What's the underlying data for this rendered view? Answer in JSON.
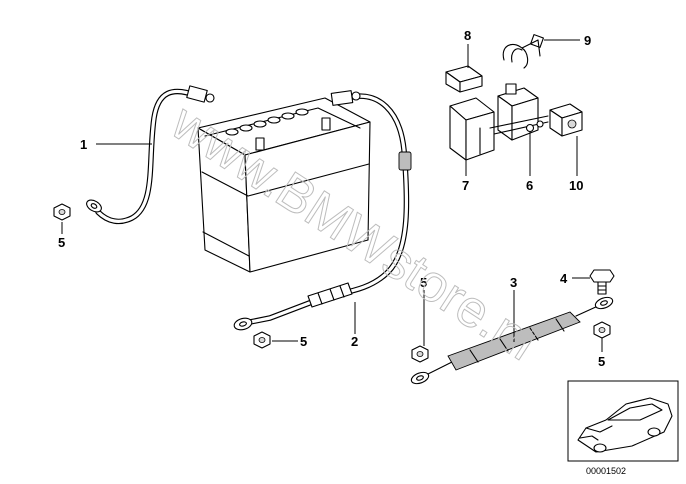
{
  "callouts": {
    "c1": "1",
    "c2": "2",
    "c3": "3",
    "c4": "4",
    "c5a": "5",
    "c5b": "5",
    "c5c": "5",
    "c5d": "5",
    "c6": "6",
    "c7": "7",
    "c8": "8",
    "c9": "9",
    "c10": "10"
  },
  "watermark": "www.BMWstore.nl",
  "diagram_code": "00001502"
}
